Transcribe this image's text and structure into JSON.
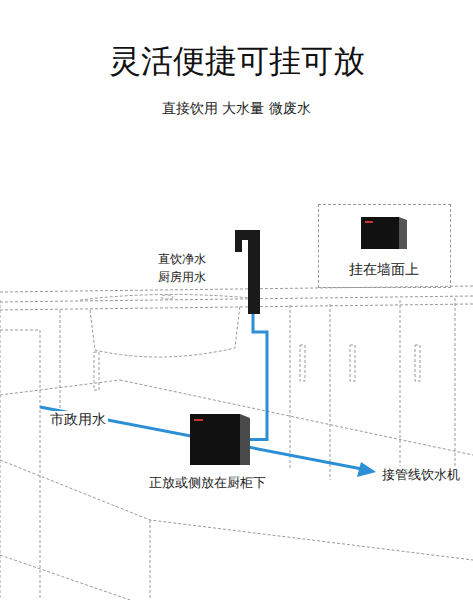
{
  "diagram": {
    "title": "灵活便捷可挂可放",
    "nodes": [
      {
        "text": [
          "挂在墙面上"
        ]
      },
      {
        "text": [
          "直饮净水 厨房用水"
        ]
      },
      {
        "text": [
          "正放或侧放在厨柜下"
        ]
      }
    ],
    "edges": [
      {
        "from": 2,
        "to": 1,
        "arrow": "none"
      }
    ],
    "labels": [
      "直接饮用 大水量 微废水",
      "市政用水",
      "接管线饮水机"
    ]
  }
}
